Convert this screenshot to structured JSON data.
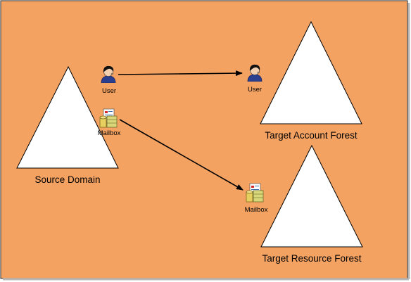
{
  "diagram": {
    "background_color": "#f4a261",
    "source_domain": {
      "label": "Source Domain"
    },
    "target_account_forest": {
      "label": "Target Account Forest"
    },
    "target_resource_forest": {
      "label": "Target Resource Forest"
    },
    "source_user": {
      "icon": "user-icon",
      "label": "User"
    },
    "source_mailbox": {
      "icon": "mailbox-icon",
      "label": "Mailbox"
    },
    "target_user": {
      "icon": "user-icon",
      "label": "User"
    },
    "target_mailbox": {
      "icon": "mailbox-icon",
      "label": "Mailbox"
    }
  }
}
